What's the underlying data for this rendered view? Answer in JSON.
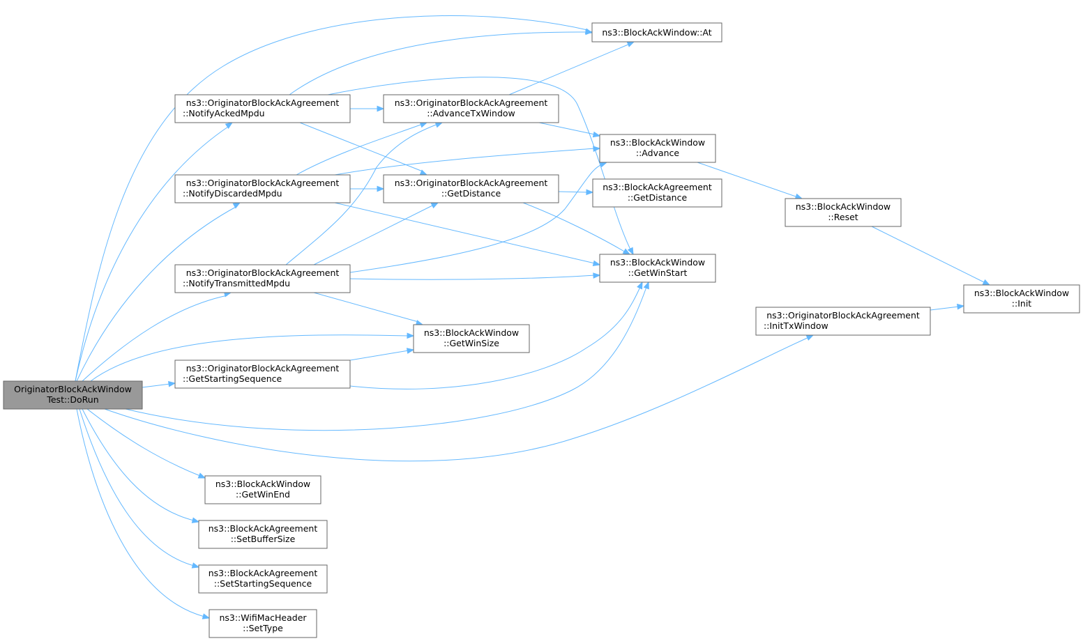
{
  "diagram": {
    "type": "call-graph",
    "edge_color": "#63b8ff",
    "root_fill": "#999999",
    "node_fill": "#ffffff",
    "node_border": "#666666",
    "nodes": {
      "root": {
        "lines": [
          "OriginatorBlockAckWindow",
          "Test::DoRun"
        ],
        "root": true
      },
      "notify_acked": {
        "lines": [
          "ns3::OriginatorBlockAckAgreement",
          "::NotifyAckedMpdu"
        ]
      },
      "notify_discarded": {
        "lines": [
          "ns3::OriginatorBlockAckAgreement",
          "::NotifyDiscardedMpdu"
        ]
      },
      "notify_transmitted": {
        "lines": [
          "ns3::OriginatorBlockAckAgreement",
          "::NotifyTransmittedMpdu"
        ]
      },
      "get_starting_seq": {
        "lines": [
          "ns3::OriginatorBlockAckAgreement",
          "::GetStartingSequence"
        ]
      },
      "win_end": {
        "lines": [
          "ns3::BlockAckWindow",
          "::GetWinEnd"
        ]
      },
      "set_buffer": {
        "lines": [
          "ns3::BlockAckAgreement",
          "::SetBufferSize"
        ]
      },
      "set_starting_seq": {
        "lines": [
          "ns3::BlockAckAgreement",
          "::SetStartingSequence"
        ]
      },
      "set_type": {
        "lines": [
          "ns3::WifiMacHeader",
          "::SetType"
        ]
      },
      "advance_tx": {
        "lines": [
          "ns3::OriginatorBlockAckAgreement",
          "::AdvanceTxWindow"
        ]
      },
      "orig_distance": {
        "lines": [
          "ns3::OriginatorBlockAckAgreement",
          "::GetDistance"
        ]
      },
      "win_size": {
        "lines": [
          "ns3::BlockAckWindow",
          "::GetWinSize"
        ]
      },
      "at": {
        "lines": [
          "ns3::BlockAckWindow::At"
        ]
      },
      "advance": {
        "lines": [
          "ns3::BlockAckWindow",
          "::Advance"
        ]
      },
      "ba_distance": {
        "lines": [
          "ns3::BlockAckAgreement",
          "::GetDistance"
        ]
      },
      "win_start": {
        "lines": [
          "ns3::BlockAckWindow",
          "::GetWinStart"
        ]
      },
      "init_tx": {
        "lines": [
          "ns3::OriginatorBlockAckAgreement",
          "::InitTxWindow"
        ]
      },
      "reset": {
        "lines": [
          "ns3::BlockAckWindow",
          "::Reset"
        ]
      },
      "init": {
        "lines": [
          "ns3::BlockAckWindow",
          "::Init"
        ]
      }
    },
    "edges": [
      {
        "from": "root",
        "to": "at"
      },
      {
        "from": "root",
        "to": "notify_acked"
      },
      {
        "from": "root",
        "to": "notify_discarded"
      },
      {
        "from": "root",
        "to": "notify_transmitted"
      },
      {
        "from": "root",
        "to": "win_size"
      },
      {
        "from": "root",
        "to": "get_starting_seq"
      },
      {
        "from": "root",
        "to": "win_start"
      },
      {
        "from": "root",
        "to": "init_tx"
      },
      {
        "from": "root",
        "to": "win_end"
      },
      {
        "from": "root",
        "to": "set_buffer"
      },
      {
        "from": "root",
        "to": "set_starting_seq"
      },
      {
        "from": "root",
        "to": "set_type"
      },
      {
        "from": "notify_acked",
        "to": "at"
      },
      {
        "from": "notify_acked",
        "to": "advance_tx"
      },
      {
        "from": "notify_acked",
        "to": "orig_distance"
      },
      {
        "from": "notify_acked",
        "to": "win_start"
      },
      {
        "from": "notify_discarded",
        "to": "advance_tx"
      },
      {
        "from": "notify_discarded",
        "to": "advance"
      },
      {
        "from": "notify_discarded",
        "to": "orig_distance"
      },
      {
        "from": "notify_discarded",
        "to": "win_start"
      },
      {
        "from": "notify_transmitted",
        "to": "advance_tx"
      },
      {
        "from": "notify_transmitted",
        "to": "orig_distance"
      },
      {
        "from": "notify_transmitted",
        "to": "advance"
      },
      {
        "from": "notify_transmitted",
        "to": "win_start"
      },
      {
        "from": "notify_transmitted",
        "to": "win_size"
      },
      {
        "from": "get_starting_seq",
        "to": "win_size"
      },
      {
        "from": "get_starting_seq",
        "to": "win_start"
      },
      {
        "from": "advance_tx",
        "to": "at"
      },
      {
        "from": "advance_tx",
        "to": "advance"
      },
      {
        "from": "orig_distance",
        "to": "ba_distance"
      },
      {
        "from": "orig_distance",
        "to": "win_start"
      },
      {
        "from": "advance",
        "to": "reset"
      },
      {
        "from": "reset",
        "to": "init"
      },
      {
        "from": "init_tx",
        "to": "init"
      }
    ]
  }
}
